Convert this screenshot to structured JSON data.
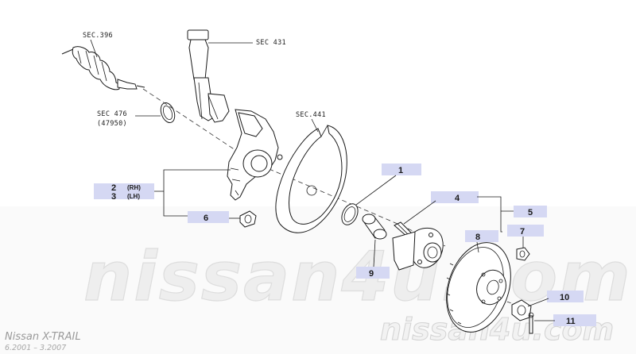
{
  "sections": {
    "sec396": "SEC.396",
    "sec431": "SEC 431",
    "sec476": "SEC 476",
    "sec476_code": "(47950)",
    "sec441": "SEC.441"
  },
  "callouts": {
    "c1": "1",
    "c2": "2",
    "c2_side": "(RH)",
    "c3": "3",
    "c3_side": "(LH)",
    "c4": "4",
    "c5": "5",
    "c6": "6",
    "c7": "7",
    "c8": "8",
    "c9": "9",
    "c10": "10",
    "c11": "11"
  },
  "watermark": {
    "large": "nissan4u.com",
    "site": "nissan4u.com"
  },
  "vehicle": {
    "model": "Nissan X-TRAIL",
    "years": "6.2001 – 3.2007"
  }
}
